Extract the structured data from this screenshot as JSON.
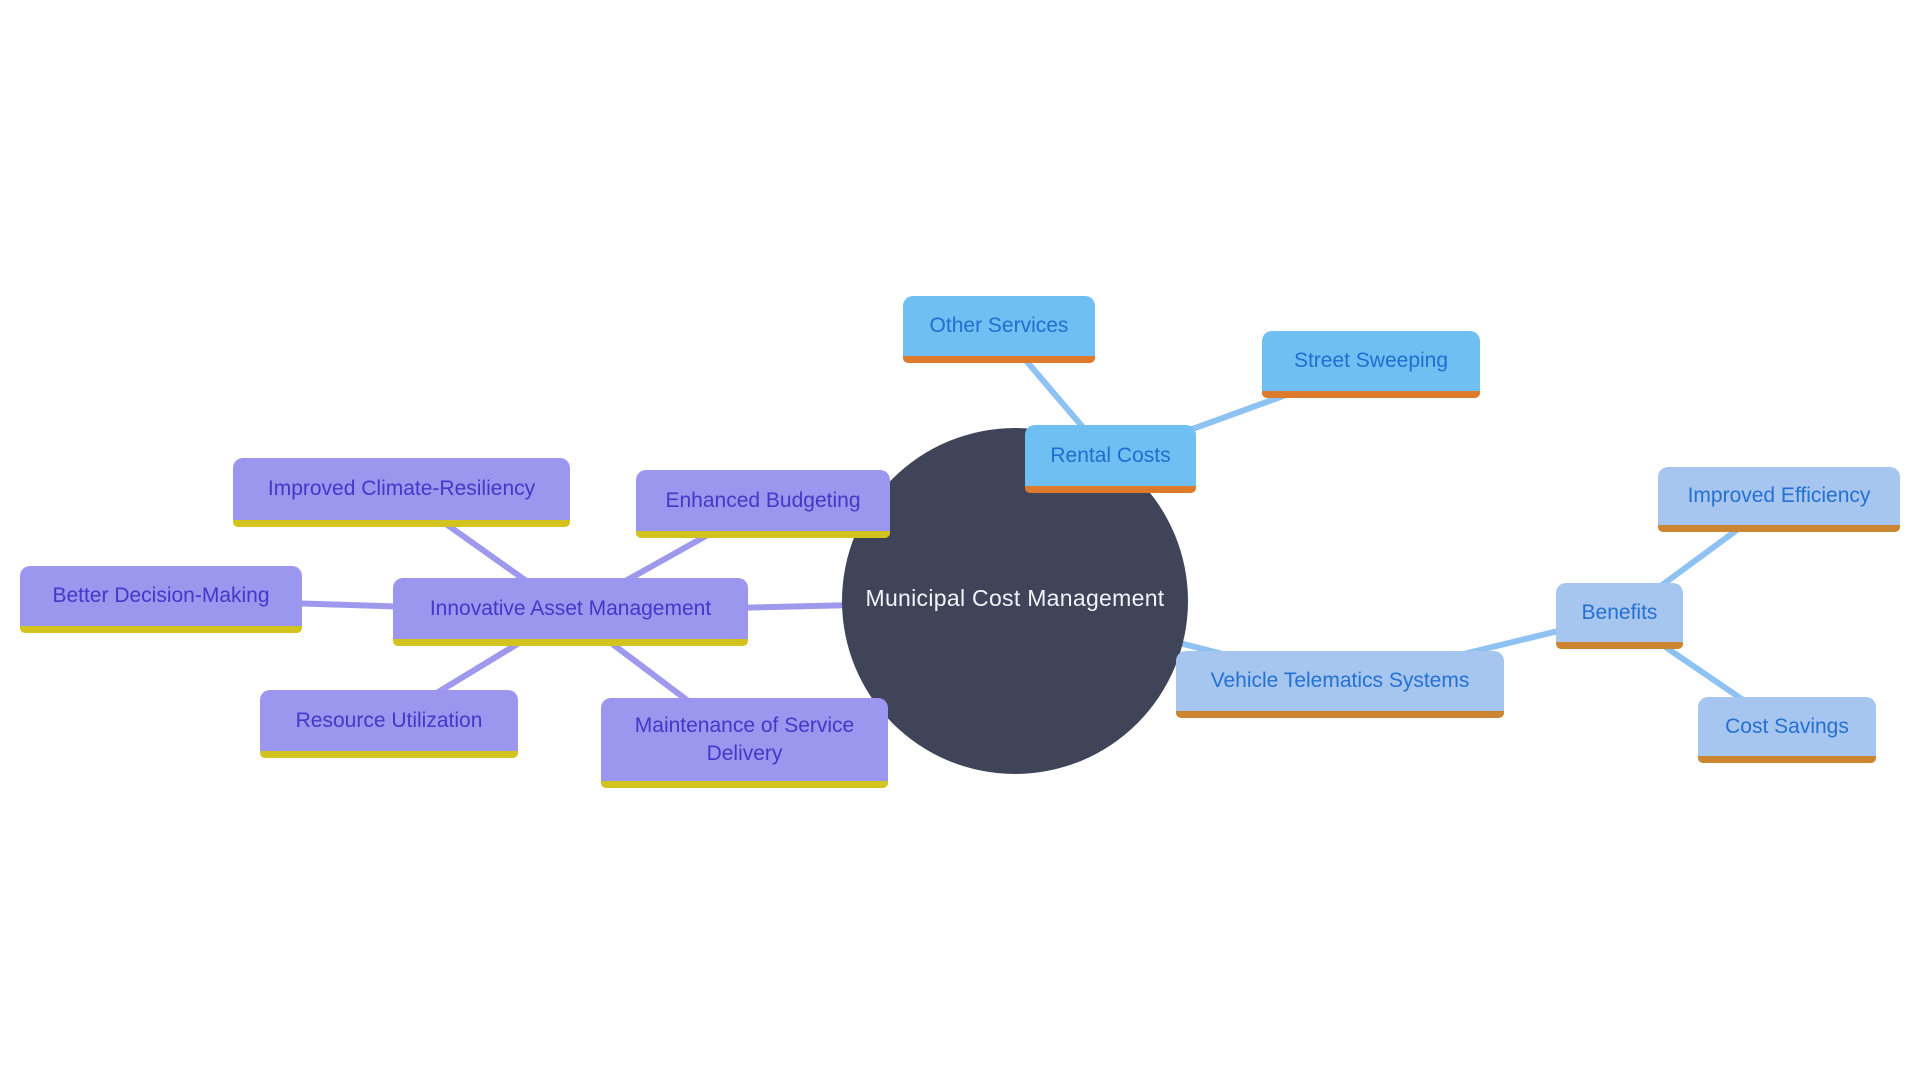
{
  "title": "Municipal Cost Management",
  "colors": {
    "background": "#FFFFFF",
    "center_fill": "#3F4458",
    "center_text": "#F2F3F8",
    "purple_fill": "#9B96EE",
    "purple_text": "#4438C8",
    "purple_underline": "#D3C31F",
    "purple_line": "#9E99EC",
    "sky_fill": "#70BFF2",
    "sky_text": "#1E6FD0",
    "sky_underline": "#DE7A2B",
    "soft_fill": "#A6C6EF",
    "soft_text": "#2471D2",
    "soft_underline": "#CC8631",
    "blue_line": "#8DC2F2"
  },
  "nodes": {
    "center": {
      "label": "Municipal Cost Management",
      "group": "center"
    },
    "rental_costs": {
      "label": "Rental Costs",
      "group": "sky"
    },
    "other_services": {
      "label": "Other Services",
      "group": "sky"
    },
    "street_sweeping": {
      "label": "Street Sweeping",
      "group": "sky"
    },
    "vehicle_telematics_systems": {
      "label": "Vehicle Telematics Systems",
      "group": "soft"
    },
    "benefits": {
      "label": "Benefits",
      "group": "soft"
    },
    "improved_efficiency": {
      "label": "Improved Efficiency",
      "group": "soft"
    },
    "cost_savings": {
      "label": "Cost Savings",
      "group": "soft"
    },
    "innovative_asset_management": {
      "label": "Innovative Asset Management",
      "group": "purple"
    },
    "improved_climate_resiliency": {
      "label": "Improved Climate-Resiliency",
      "group": "purple"
    },
    "enhanced_budgeting": {
      "label": "Enhanced Budgeting",
      "group": "purple"
    },
    "better_decision_making": {
      "label": "Better Decision-Making",
      "group": "purple"
    },
    "resource_utilization": {
      "label": "Resource Utilization",
      "group": "purple"
    },
    "maintenance_of_service_delivery": {
      "label": "Maintenance of Service Delivery",
      "group": "purple"
    }
  },
  "edges": [
    {
      "from": "Municipal Cost Management",
      "to": "Rental Costs",
      "color": "blue"
    },
    {
      "from": "Rental Costs",
      "to": "Other Services",
      "color": "blue"
    },
    {
      "from": "Rental Costs",
      "to": "Street Sweeping",
      "color": "blue"
    },
    {
      "from": "Municipal Cost Management",
      "to": "Vehicle Telematics Systems",
      "color": "blue"
    },
    {
      "from": "Vehicle Telematics Systems",
      "to": "Benefits",
      "color": "blue"
    },
    {
      "from": "Benefits",
      "to": "Improved Efficiency",
      "color": "blue"
    },
    {
      "from": "Benefits",
      "to": "Cost Savings",
      "color": "blue"
    },
    {
      "from": "Municipal Cost Management",
      "to": "Innovative Asset Management",
      "color": "purple"
    },
    {
      "from": "Innovative Asset Management",
      "to": "Improved Climate-Resiliency",
      "color": "purple"
    },
    {
      "from": "Innovative Asset Management",
      "to": "Enhanced Budgeting",
      "color": "purple"
    },
    {
      "from": "Innovative Asset Management",
      "to": "Better Decision-Making",
      "color": "purple"
    },
    {
      "from": "Innovative Asset Management",
      "to": "Resource Utilization",
      "color": "purple"
    },
    {
      "from": "Innovative Asset Management",
      "to": "Maintenance of Service Delivery",
      "color": "purple"
    }
  ]
}
